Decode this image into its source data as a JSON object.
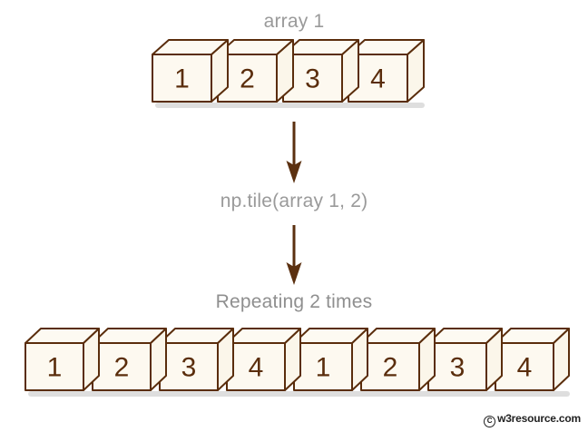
{
  "diagram": {
    "title": "array 1",
    "operation_label": "np.tile(array 1, 2)",
    "result_label": "Repeating 2 times",
    "watermark": "w3resource.com",
    "copyright_symbol": "C",
    "colors": {
      "box_fill": "#fdf9f0",
      "box_stroke": "#5a2d0c",
      "number_text": "#5a2d0c",
      "label_text": "#9a9a9a",
      "arrow": "#5b3010",
      "background": "#ffffff"
    },
    "input_row": {
      "name": "array 1",
      "values": [
        "1",
        "2",
        "3",
        "4"
      ]
    },
    "output_row": {
      "name": "Repeating 2 times",
      "values": [
        "1",
        "2",
        "3",
        "4",
        "1",
        "2",
        "3",
        "4"
      ]
    },
    "arrows": [
      {
        "name": "arrow-input-to-op",
        "direction": "down"
      },
      {
        "name": "arrow-op-to-result",
        "direction": "down"
      }
    ]
  }
}
